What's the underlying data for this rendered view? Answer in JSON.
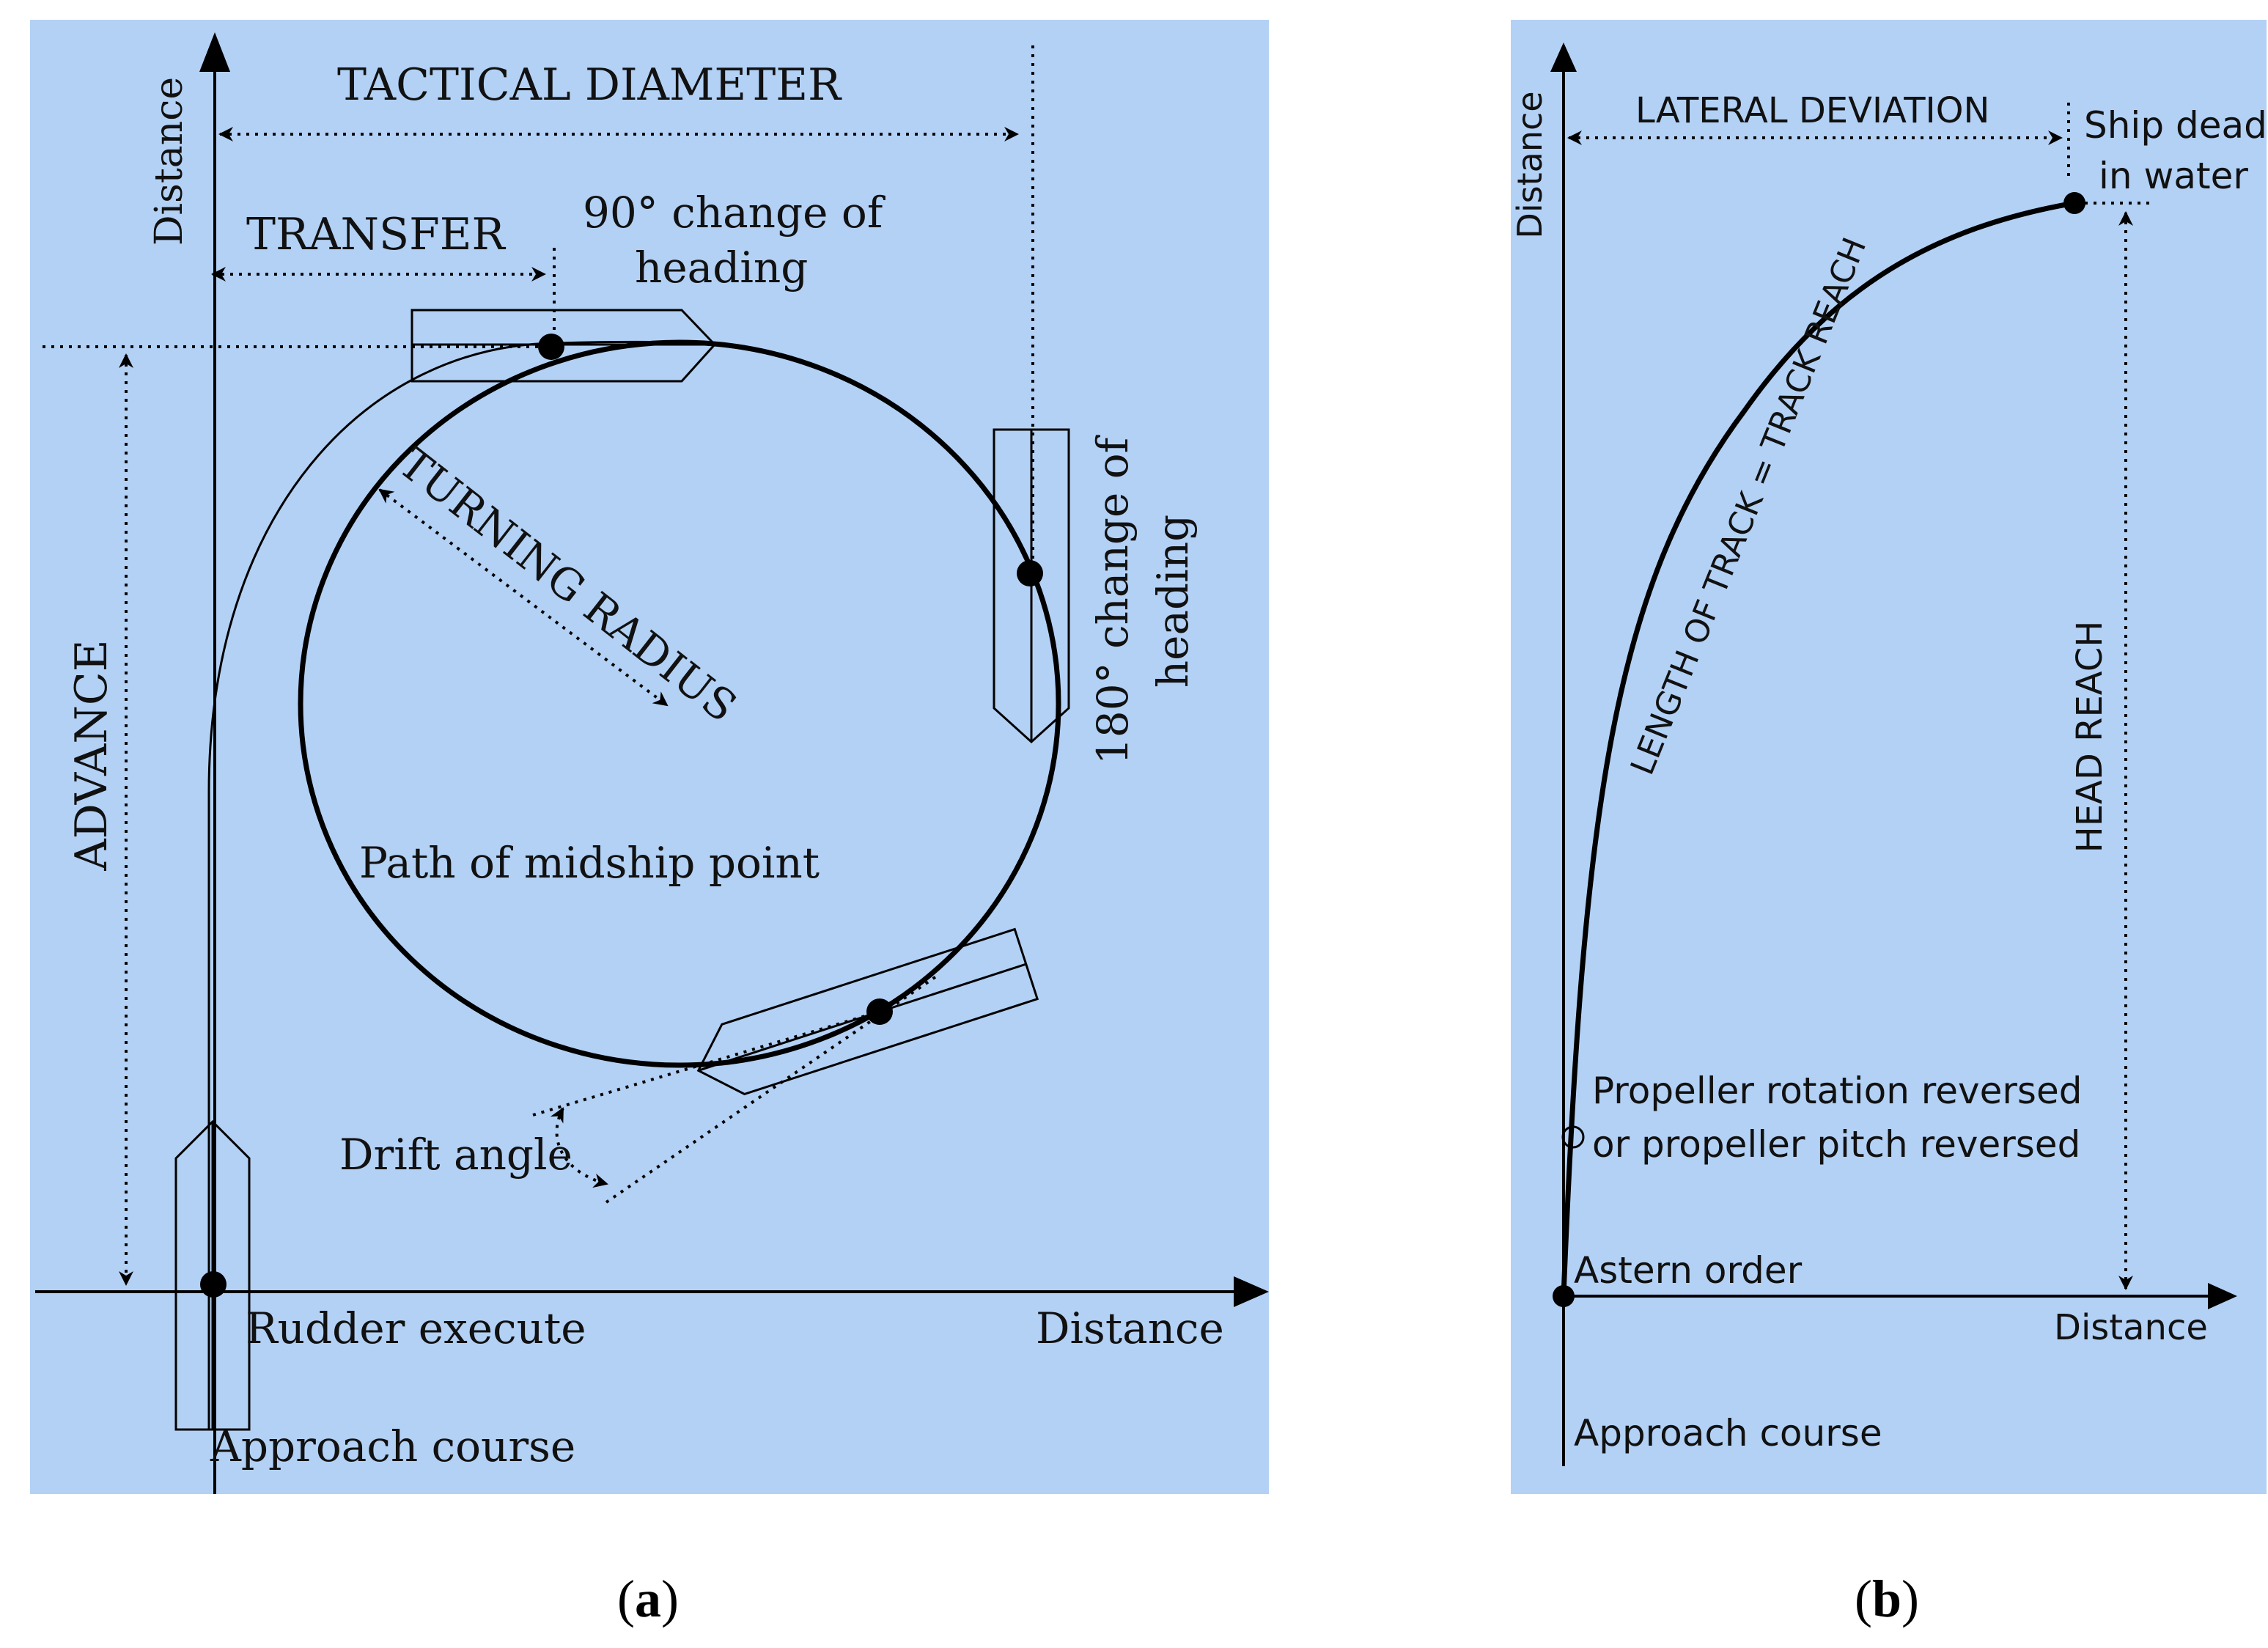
{
  "colors": {
    "panel_bg": "#b3d1f5",
    "ink": "#000000"
  },
  "panel_a": {
    "caption_open": "(",
    "caption_letter": "a",
    "caption_close": ")",
    "y_axis_label": "Distance",
    "x_axis_label": "Distance",
    "tactical_diameter": "TACTICAL DIAMETER",
    "transfer": "TRANSFER",
    "change_90_line1": "90° change of",
    "change_90_line2": "heading",
    "change_180_line1": "180° change of",
    "change_180_line2": "heading",
    "turning_radius": "TURNING RADIUS",
    "advance": "ADVANCE",
    "path_label": "Path of midship point",
    "drift_angle": "Drift angle",
    "rudder_execute": "Rudder execute",
    "approach_course": "Approach course"
  },
  "panel_b": {
    "caption_open": "(",
    "caption_letter": "b",
    "caption_close": ")",
    "y_axis_label": "Distance",
    "x_axis_label": "Distance",
    "lateral_deviation": "LATERAL DEVIATION",
    "dead_line1": "Ship dead",
    "dead_line2": "in water",
    "track_reach": "LENGTH OF TRACK = TRACK REACH",
    "head_reach": "HEAD REACH",
    "propeller_line1": "Propeller rotation reversed",
    "propeller_line2": "or propeller pitch reversed",
    "astern_order": "Astern order",
    "approach_course": "Approach course"
  }
}
